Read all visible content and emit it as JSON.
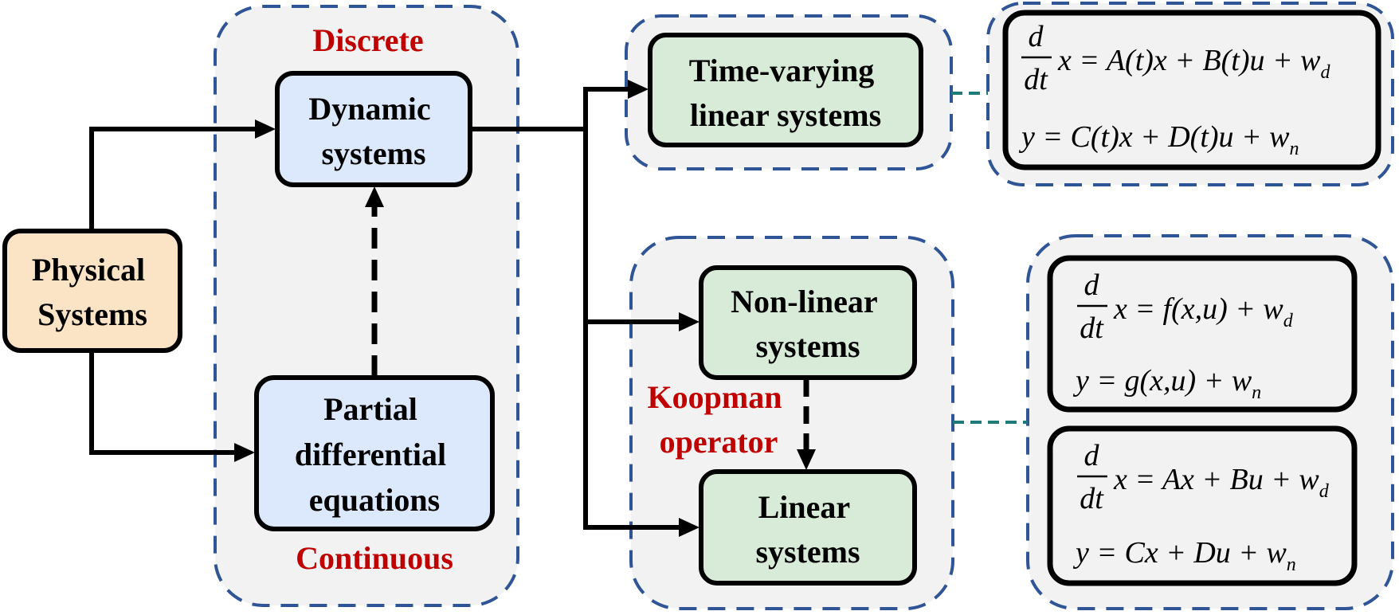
{
  "colors": {
    "physical_fill": "#fbe3c5",
    "blue_fill": "#dce8fb",
    "green_fill": "#d8ead8",
    "group_fill": "#f2f2f2",
    "group_border": "#2f5597",
    "connector": "#1f7a7a",
    "red_label": "#c00000"
  },
  "nodes": {
    "physical": [
      "Physical",
      "Systems"
    ],
    "dynamic": [
      "Dynamic",
      "systems"
    ],
    "pde": [
      "Partial",
      "differential",
      "equations"
    ],
    "time_varying": [
      "Time-varying",
      "linear systems"
    ],
    "nonlinear": [
      "Non-linear",
      "systems"
    ],
    "linear": [
      "Linear",
      "systems"
    ]
  },
  "labels": {
    "discrete": "Discrete",
    "continuous": "Continuous",
    "koopman": [
      "Koopman",
      "operator"
    ]
  },
  "equations": {
    "d": "d",
    "dt": "dt",
    "time_varying": {
      "line1": "x = A(t)x + B(t)u + w",
      "sub1": "d",
      "line2": "y = C(t)x + D(t)u + w",
      "sub2": "n"
    },
    "nonlinear": {
      "line1": "x = f(x,u) + w",
      "sub1": "d",
      "line2": "y = g(x,u) + w",
      "sub2": "n"
    },
    "linear": {
      "line1": "x = Ax + Bu + w",
      "sub1": "d",
      "line2": "y = Cx + Du + w",
      "sub2": "n"
    }
  }
}
